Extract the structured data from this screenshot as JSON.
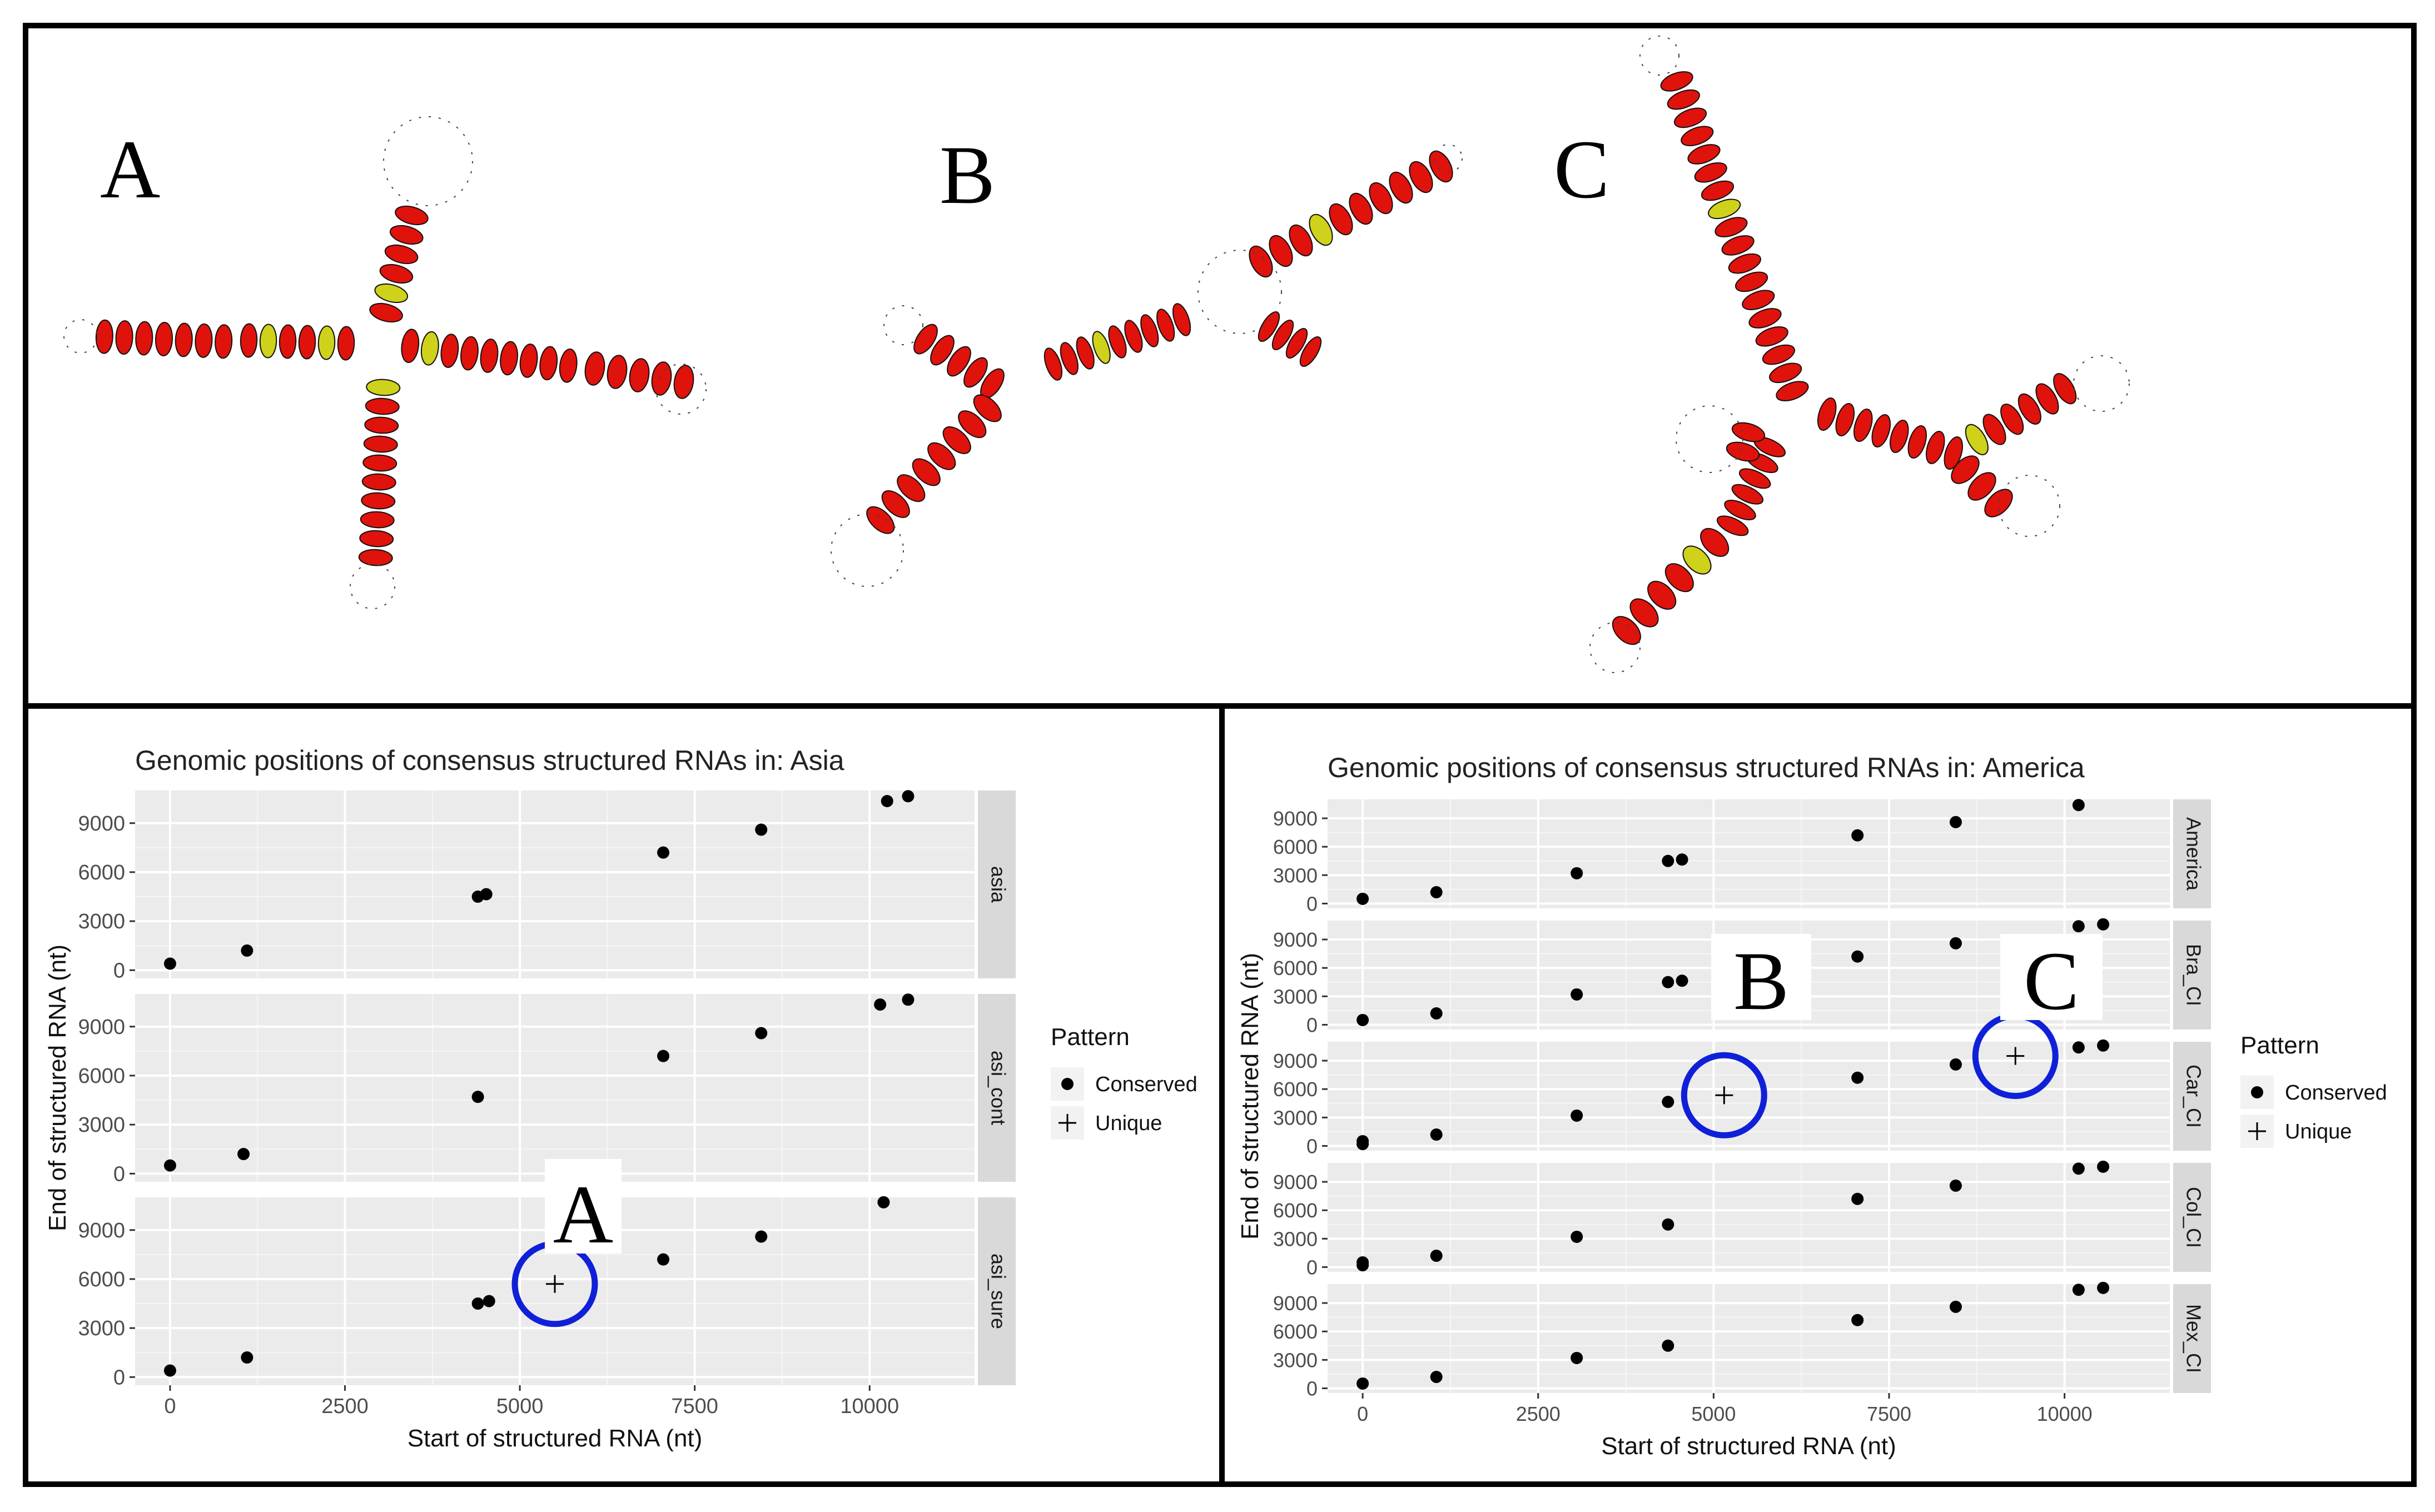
{
  "structures": {
    "panels": [
      {
        "label": "A"
      },
      {
        "label": "B"
      },
      {
        "label": "C"
      }
    ],
    "paired_color": "#e0120c",
    "highlight_color": "#cfd21a"
  },
  "chart_data": [
    {
      "type": "scatter",
      "title": "Genomic positions of consensus structured RNAs in: Asia",
      "xlabel": "Start of structured RNA (nt)",
      "ylabel": "End of structured RNA (nt)",
      "xlim": [
        -500,
        11500
      ],
      "xticks": [
        0,
        2500,
        5000,
        7500,
        10000
      ],
      "yticks": [
        0,
        3000,
        6000,
        9000
      ],
      "ylim": [
        -500,
        11000
      ],
      "grid": true,
      "legend": {
        "title": "Pattern",
        "entries": [
          "Conserved",
          "Unique"
        ],
        "position": "right"
      },
      "facets": [
        {
          "name": "asia",
          "conserved": [
            [
              0,
              400
            ],
            [
              1100,
              1200
            ],
            [
              4400,
              4500
            ],
            [
              4520,
              4650
            ],
            [
              7050,
              7200
            ],
            [
              8450,
              8600
            ],
            [
              10250,
              10350
            ],
            [
              10550,
              10650
            ]
          ],
          "unique": []
        },
        {
          "name": "asi_cont",
          "conserved": [
            [
              0,
              500
            ],
            [
              1050,
              1200
            ],
            [
              4400,
              4700
            ],
            [
              7050,
              7200
            ],
            [
              8450,
              8600
            ],
            [
              10150,
              10350
            ],
            [
              10550,
              10650
            ]
          ],
          "unique": []
        },
        {
          "name": "asi_sure",
          "conserved": [
            [
              0,
              400
            ],
            [
              1100,
              1200
            ],
            [
              4400,
              4500
            ],
            [
              4560,
              4650
            ],
            [
              7050,
              7200
            ],
            [
              8450,
              8600
            ],
            [
              10200,
              10700
            ]
          ],
          "unique": [
            [
              5500,
              5700
            ]
          ]
        }
      ],
      "annotation": {
        "label": "A",
        "facet": "asi_sure",
        "x": 5500,
        "y": 5700
      }
    },
    {
      "type": "scatter",
      "title": "Genomic positions of consensus structured RNAs in: America",
      "xlabel": "Start of structured RNA (nt)",
      "ylabel": "End of structured RNA (nt)",
      "xlim": [
        -500,
        11500
      ],
      "xticks": [
        0,
        2500,
        5000,
        7500,
        10000
      ],
      "yticks": [
        0,
        3000,
        6000,
        9000
      ],
      "ylim": [
        -500,
        11000
      ],
      "grid": true,
      "legend": {
        "title": "Pattern",
        "entries": [
          "Conserved",
          "Unique"
        ],
        "position": "right"
      },
      "facets": [
        {
          "name": "America",
          "conserved": [
            [
              0,
              500
            ],
            [
              1050,
              1200
            ],
            [
              3050,
              3200
            ],
            [
              4350,
              4500
            ],
            [
              4550,
              4650
            ],
            [
              7050,
              7200
            ],
            [
              8450,
              8600
            ],
            [
              10200,
              10400
            ]
          ],
          "unique": []
        },
        {
          "name": "Bra_CI",
          "conserved": [
            [
              0,
              500
            ],
            [
              1050,
              1200
            ],
            [
              3050,
              3200
            ],
            [
              4350,
              4500
            ],
            [
              4550,
              4650
            ],
            [
              7050,
              7200
            ],
            [
              8450,
              8600
            ],
            [
              10200,
              10400
            ],
            [
              10550,
              10600
            ]
          ],
          "unique": []
        },
        {
          "name": "Car_CI",
          "conserved": [
            [
              0,
              200
            ],
            [
              0,
              500
            ],
            [
              1050,
              1200
            ],
            [
              3050,
              3200
            ],
            [
              4350,
              4650
            ],
            [
              7050,
              7200
            ],
            [
              8450,
              8600
            ],
            [
              10200,
              10400
            ],
            [
              10550,
              10600
            ]
          ],
          "unique": [
            [
              5150,
              5350
            ],
            [
              9300,
              9500
            ]
          ]
        },
        {
          "name": "Col_CI",
          "conserved": [
            [
              0,
              200
            ],
            [
              0,
              500
            ],
            [
              1050,
              1200
            ],
            [
              3050,
              3200
            ],
            [
              4350,
              4500
            ],
            [
              7050,
              7200
            ],
            [
              8450,
              8600
            ],
            [
              10200,
              10400
            ],
            [
              10550,
              10600
            ]
          ],
          "unique": []
        },
        {
          "name": "Mex_CI",
          "conserved": [
            [
              0,
              500
            ],
            [
              1050,
              1200
            ],
            [
              3050,
              3200
            ],
            [
              4350,
              4500
            ],
            [
              7050,
              7200
            ],
            [
              8450,
              8600
            ],
            [
              10200,
              10400
            ],
            [
              10550,
              10600
            ]
          ],
          "unique": []
        }
      ],
      "annotation_labels": [
        "B",
        "C"
      ],
      "annotations": [
        {
          "label": "B",
          "facet": "Car_CI",
          "x": 5150,
          "y": 5350
        },
        {
          "label": "C",
          "facet": "Car_CI",
          "x": 9300,
          "y": 9500
        }
      ]
    }
  ]
}
